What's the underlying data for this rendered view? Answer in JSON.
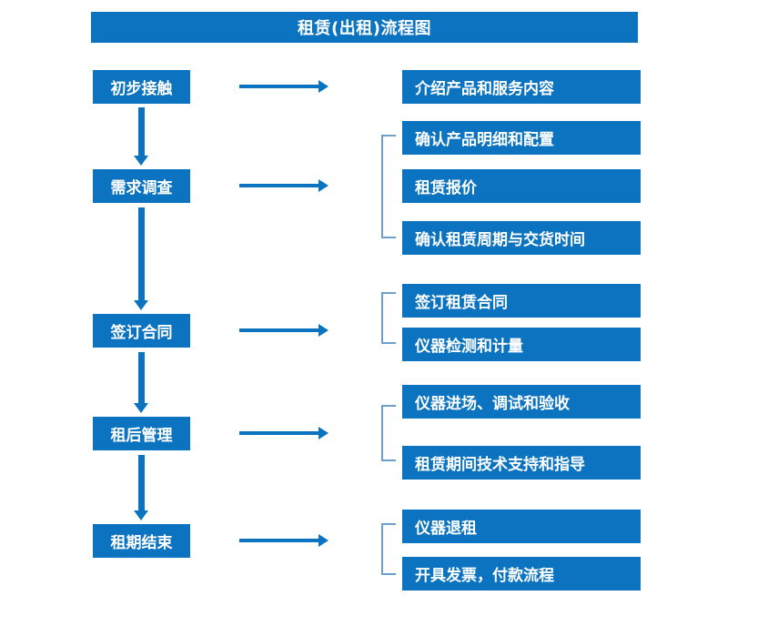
{
  "diagram": {
    "title": "租赁(出租)流程图",
    "accent_color": "#0b73bf",
    "bracket_color": "#6a9fd0",
    "text_color": "#ffffff",
    "background_color": "#ffffff"
  },
  "stages": [
    {
      "id": "stage-1",
      "label": "初步接触"
    },
    {
      "id": "stage-2",
      "label": "需求调查"
    },
    {
      "id": "stage-3",
      "label": "签订合同"
    },
    {
      "id": "stage-4",
      "label": "租后管理"
    },
    {
      "id": "stage-5",
      "label": "租期结束"
    }
  ],
  "details": [
    {
      "id": "detail-1",
      "label": "介绍产品和服务内容",
      "group": 1
    },
    {
      "id": "detail-2",
      "label": "确认产品明细和配置",
      "group": 2
    },
    {
      "id": "detail-3",
      "label": "租赁报价",
      "group": 2
    },
    {
      "id": "detail-4",
      "label": "确认租赁周期与交货时间",
      "group": 2
    },
    {
      "id": "detail-5",
      "label": "签订租赁合同",
      "group": 3
    },
    {
      "id": "detail-6",
      "label": "仪器检测和计量",
      "group": 3
    },
    {
      "id": "detail-7",
      "label": "仪器进场、调试和验收",
      "group": 4
    },
    {
      "id": "detail-8",
      "label": "租赁期间技术支持和指导",
      "group": 4
    },
    {
      "id": "detail-9",
      "label": "仪器退租",
      "group": 5
    },
    {
      "id": "detail-10",
      "label": "开具发票，付款流程",
      "group": 5
    }
  ],
  "connectors": {
    "horizontal_arrows": 5,
    "vertical_arrows": 4,
    "group_brackets": 4
  }
}
